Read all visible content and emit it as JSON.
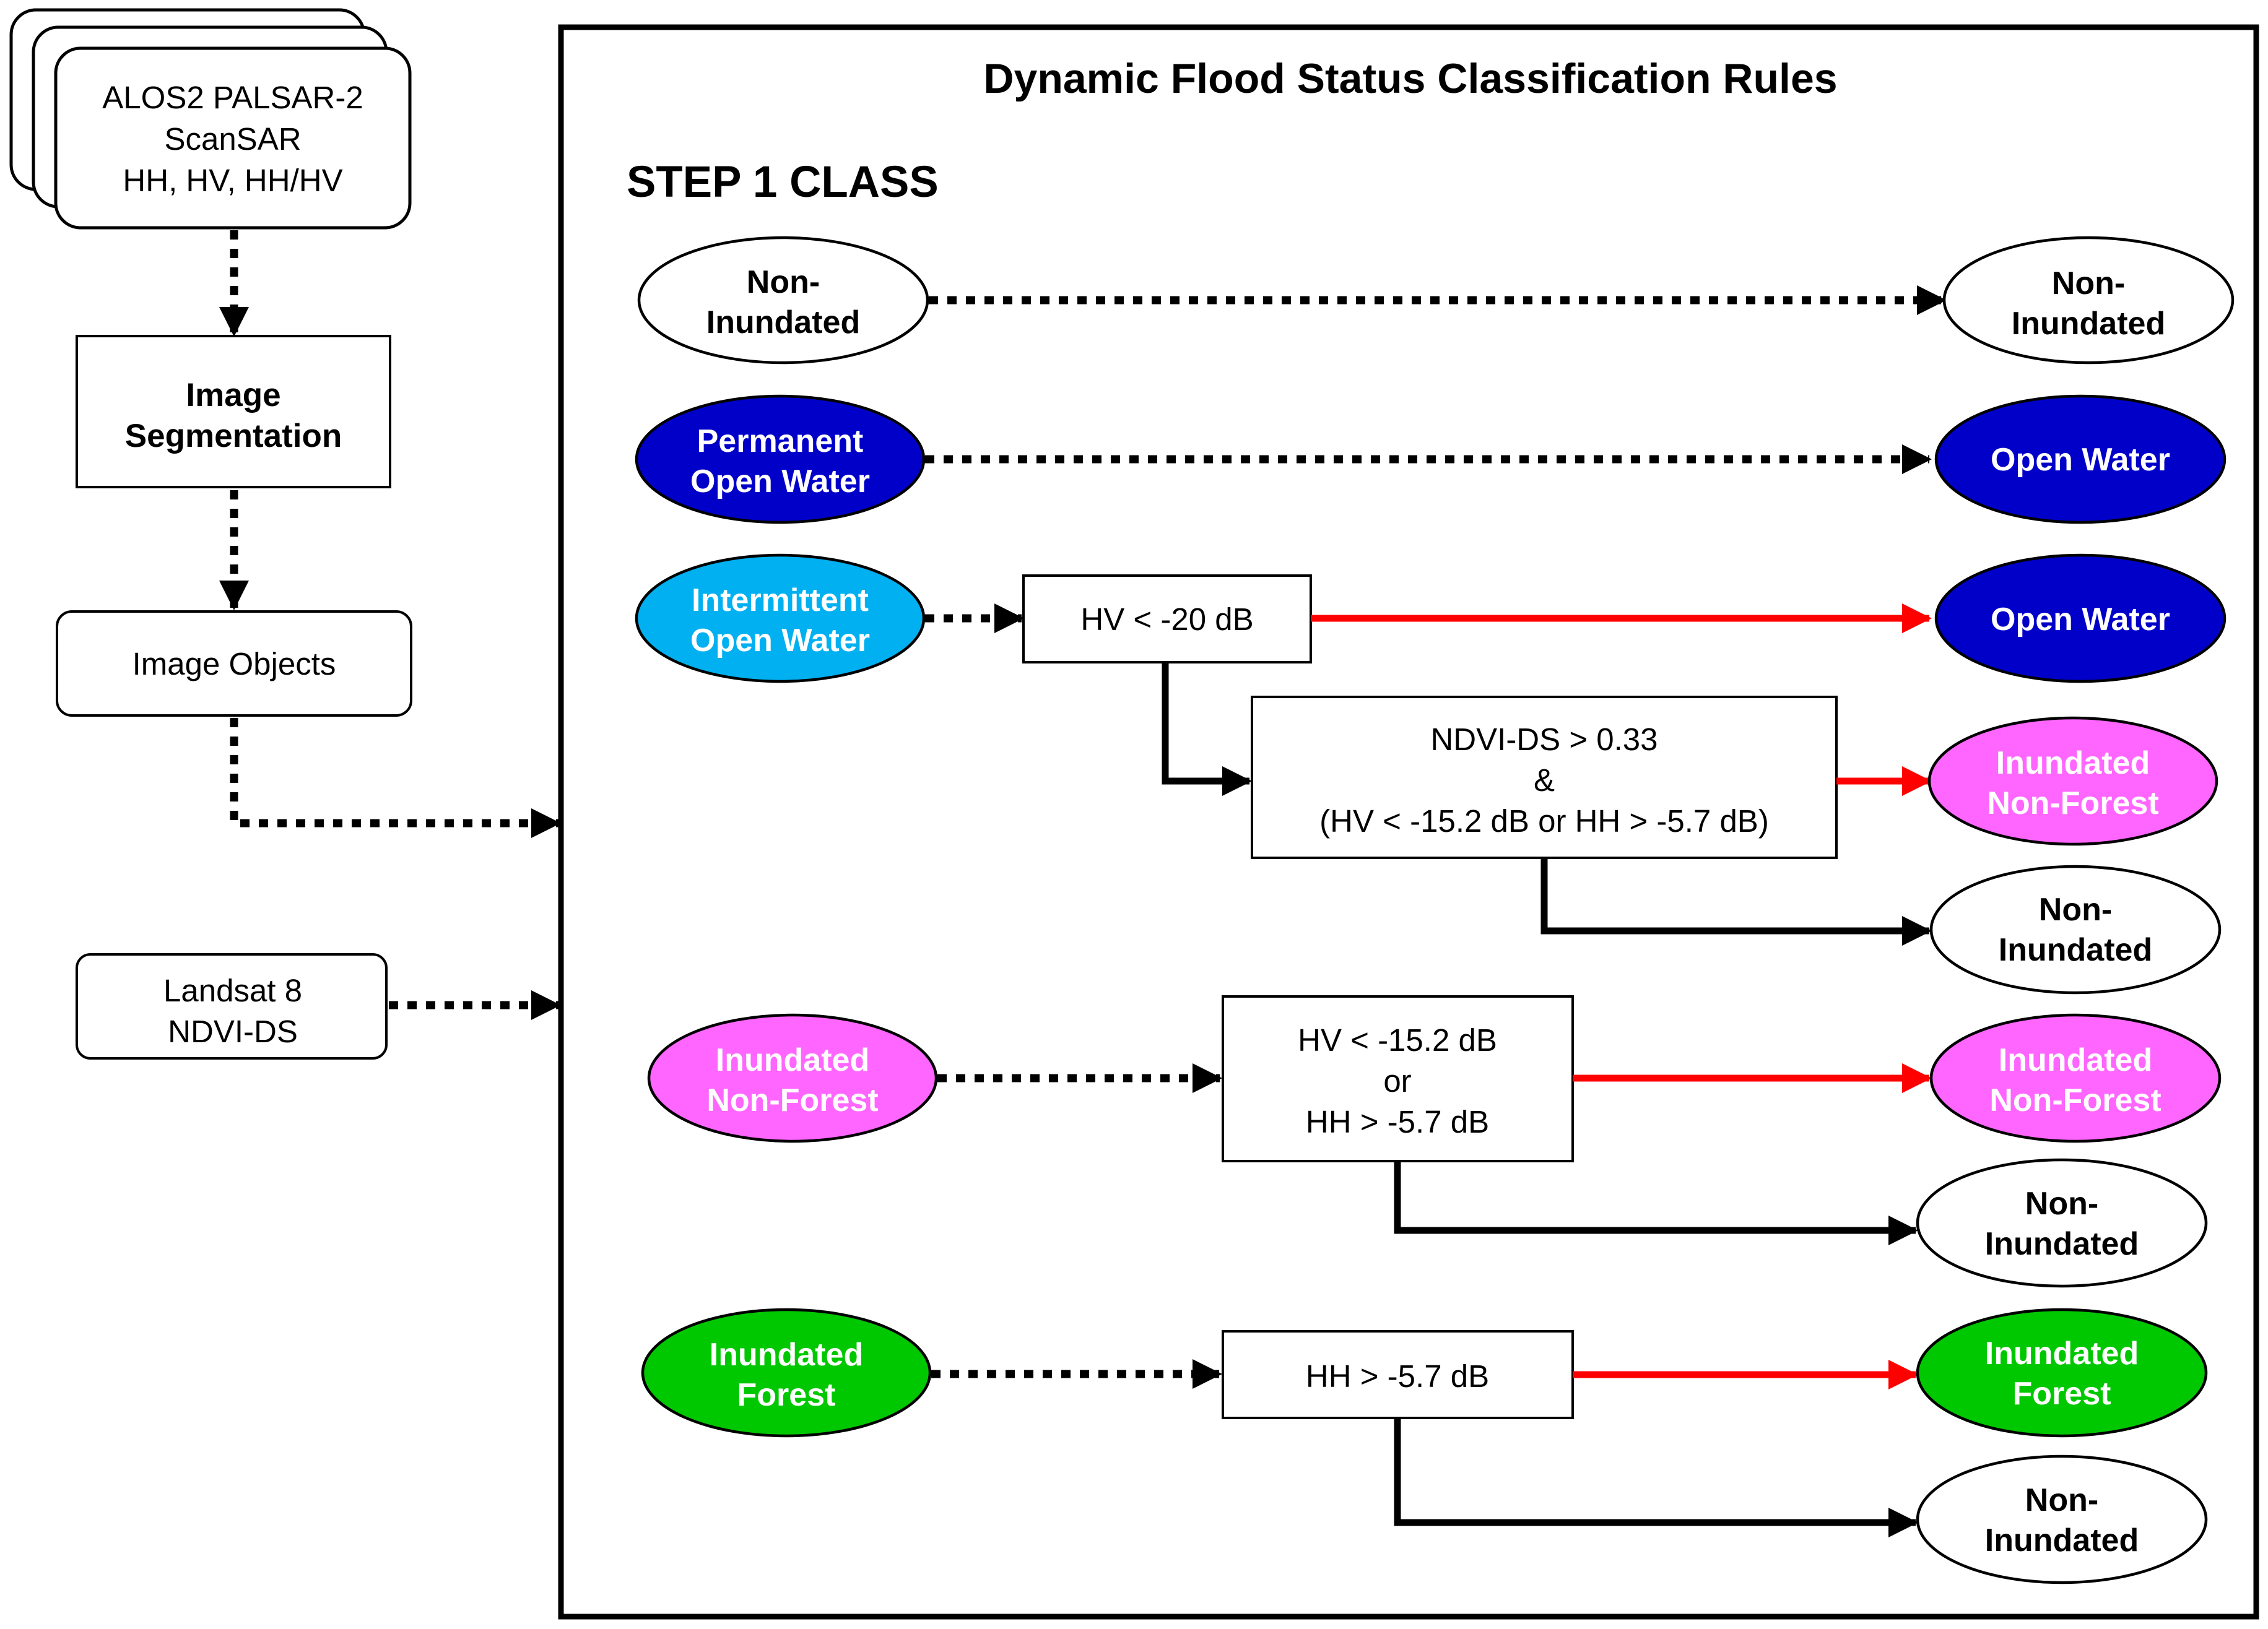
{
  "colors": {
    "non_inundated": "#ffffff",
    "open_water": "#0000c8",
    "intermittent_open_water": "#00b0f0",
    "inundated_non_forest": "#ff66ff",
    "inundated_forest": "#00c800",
    "true_arrow": "#ff0000",
    "false_arrow": "#000000"
  },
  "inputs": {
    "sar": {
      "line1": "ALOS2 PALSAR-2",
      "line2": "ScanSAR",
      "line3": "HH, HV, HH/HV"
    },
    "segmentation": {
      "line1": "Image",
      "line2": "Segmentation"
    },
    "objects": {
      "label": "Image Objects"
    },
    "landsat": {
      "line1": "Landsat 8",
      "line2": "NDVI-DS"
    }
  },
  "panel": {
    "title": "Dynamic Flood Status Classification Rules",
    "step_label": "STEP 1 CLASS"
  },
  "step1": {
    "non_inundated": {
      "line1": "Non-",
      "line2": "Inundated"
    },
    "permanent_open_water": {
      "line1": "Permanent",
      "line2": "Open Water"
    },
    "intermittent_open_water": {
      "line1": "Intermittent",
      "line2": "Open Water"
    },
    "inundated_non_forest": {
      "line1": "Inundated",
      "line2": "Non-Forest"
    },
    "inundated_forest": {
      "line1": "Inundated",
      "line2": "Forest"
    }
  },
  "rules": {
    "hv_lt_20": "HV < -20 dB",
    "ndvi": {
      "line1": "NDVI-DS > 0.33",
      "line2": "&",
      "line3": "(HV < -15.2 dB or HH > -5.7 dB)"
    },
    "hv_or_hh": {
      "line1": "HV < -15.2 dB",
      "line2": "or",
      "line3": "HH > -5.7 dB"
    },
    "hh": "HH > -5.7 dB"
  },
  "outputs": {
    "non_inundated_1": {
      "line1": "Non-",
      "line2": "Inundated"
    },
    "open_water_1": {
      "label": "Open Water"
    },
    "open_water_2": {
      "label": "Open Water"
    },
    "inundated_non_forest_1": {
      "line1": "Inundated",
      "line2": "Non-Forest"
    },
    "non_inundated_2": {
      "line1": "Non-",
      "line2": "Inundated"
    },
    "inundated_non_forest_2": {
      "line1": "Inundated",
      "line2": "Non-Forest"
    },
    "non_inundated_3": {
      "line1": "Non-",
      "line2": "Inundated"
    },
    "inundated_forest": {
      "line1": "Inundated",
      "line2": "Forest"
    },
    "non_inundated_4": {
      "line1": "Non-",
      "line2": "Inundated"
    }
  }
}
